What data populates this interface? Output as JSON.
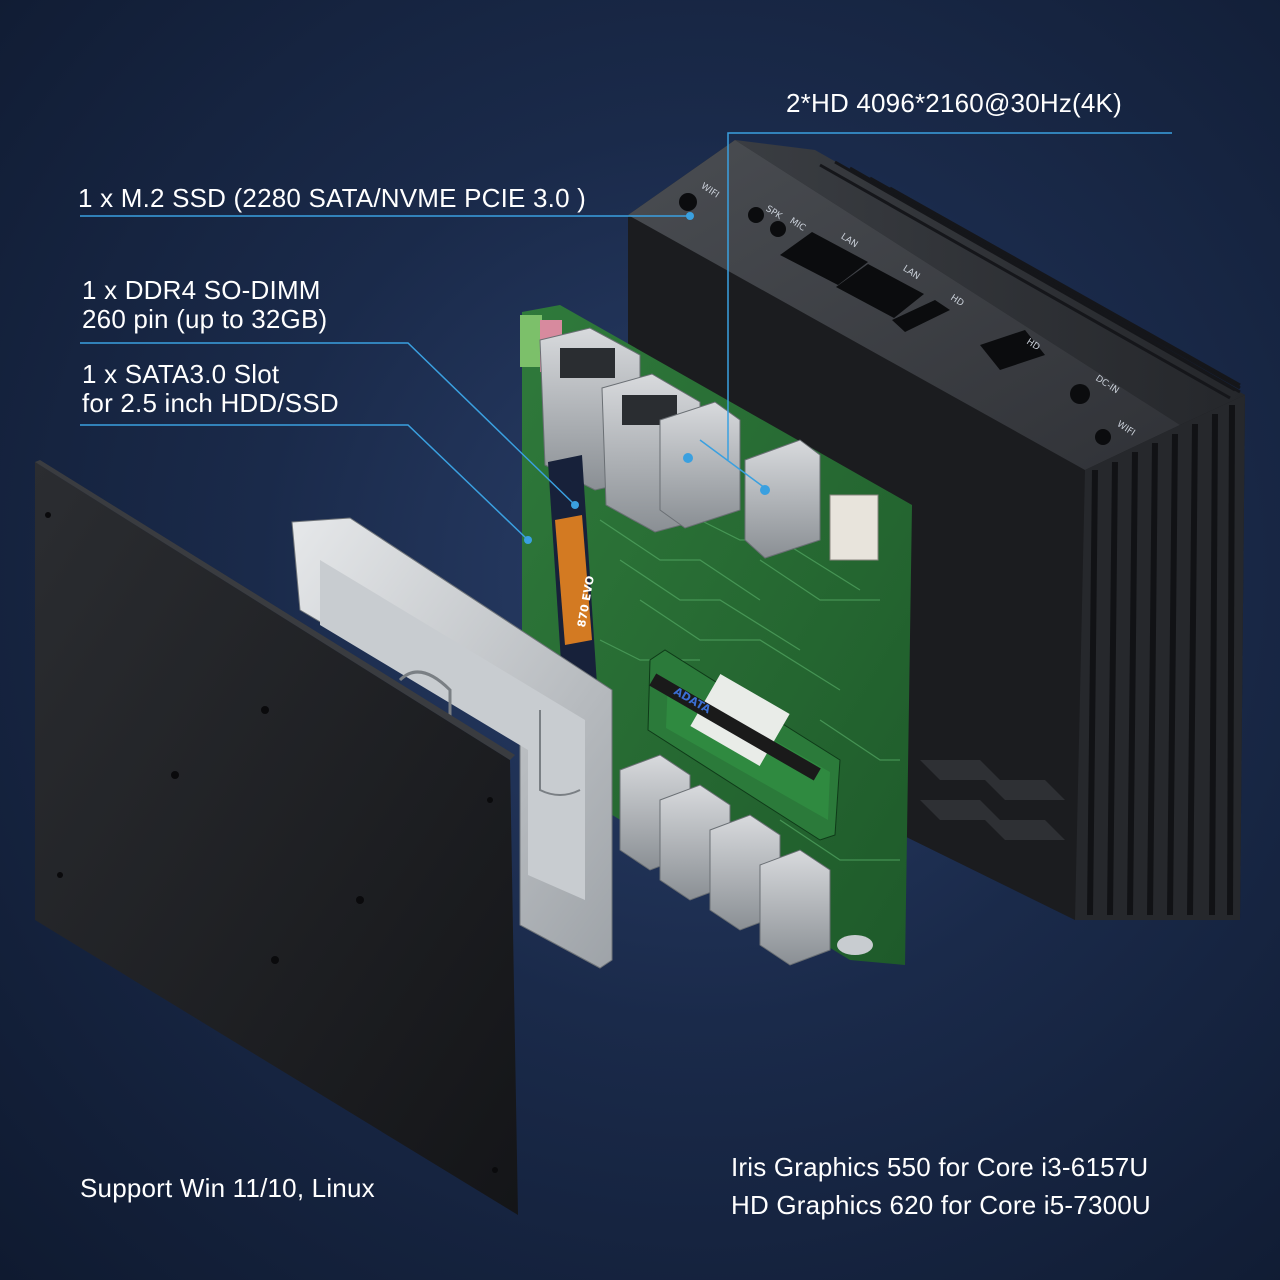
{
  "callouts": {
    "hdmi": "2*HD 4096*2160@30Hz(4K)",
    "ssd_m2": "1 x M.2 SSD (2280 SATA/NVME PCIE 3.0 )",
    "ram_line1": "1 x DDR4 SO-DIMM",
    "ram_line2": "260 pin (up to 32GB)",
    "sata_line1": "1 x SATA3.0 Slot",
    "sata_line2": "for 2.5 inch HDD/SSD",
    "os_support": "Support Win 11/10, Linux",
    "gpu_line1": "Iris Graphics 550 for Core i3-6157U",
    "gpu_line2": "HD Graphics 620 for Core i5-7300U"
  },
  "port_labels": {
    "wifi_top": "WIFI",
    "spk": "SPK",
    "mic": "MIC",
    "lan1": "LAN",
    "lan2": "LAN",
    "hd1": "HD",
    "hd2": "HD",
    "dcin": "DC-IN",
    "wifi_side": "WIFI"
  },
  "component_text": {
    "ram_brand": "ADATA",
    "ssd_model": "870 EVO"
  },
  "colors": {
    "callout_line": "#3aa0e0",
    "pcb": "#2e7a3a",
    "chassis": "#2a2d31"
  }
}
